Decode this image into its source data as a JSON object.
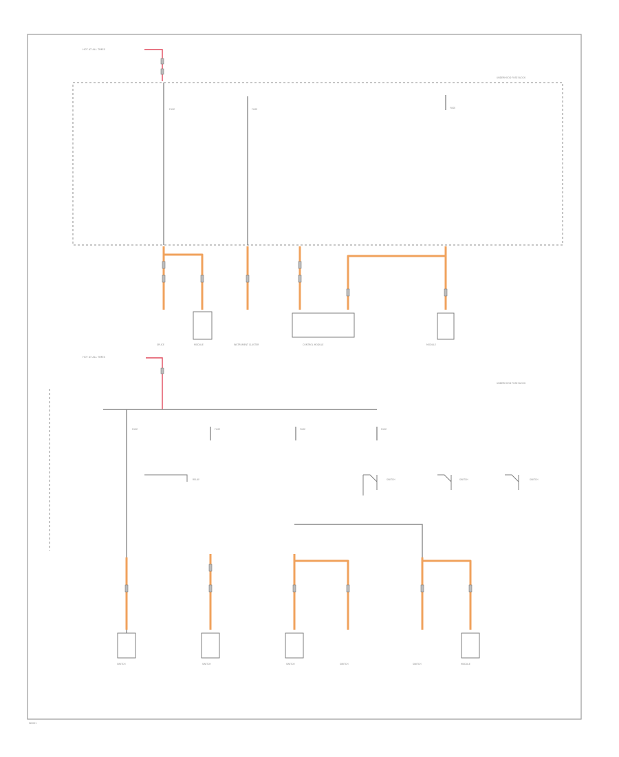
{
  "title": "",
  "labels": {
    "hot_top": "HOT AT ALL TIMES",
    "hot_mid": "HOT AT ALL TIMES",
    "fuse_block_top": "UNDERHOOD FUSE BLOCK",
    "fuse_block_mid": "UNDERHOOD FUSE BLOCK",
    "fuse1": "FUSE",
    "fuse2": "FUSE",
    "fuse3": "FUSE",
    "fuse4": "FUSE",
    "fuse5": "FUSE",
    "fuse6": "FUSE",
    "fuse7": "FUSE",
    "relay": "RELAY",
    "comp_a": "SPLICE",
    "comp_b": "MODULE",
    "comp_c": "INSTRUMENT CLUSTER",
    "comp_d": "CONTROL MODULE",
    "comp_e": "MODULE",
    "comp_f": "SWITCH",
    "comp_g": "SWITCH",
    "comp_h": "SWITCH",
    "comp_i": "SWITCH",
    "comp_j": "SWITCH",
    "comp_k": "MODULE",
    "sw1": "SWITCH",
    "sw2": "SWITCH",
    "sw3": "SWITCH",
    "footer": "W0001"
  },
  "colors": {
    "orange_wire": "#f0a25c",
    "red_wire": "#e0495c",
    "gray_wire": "#8a8a8a"
  }
}
